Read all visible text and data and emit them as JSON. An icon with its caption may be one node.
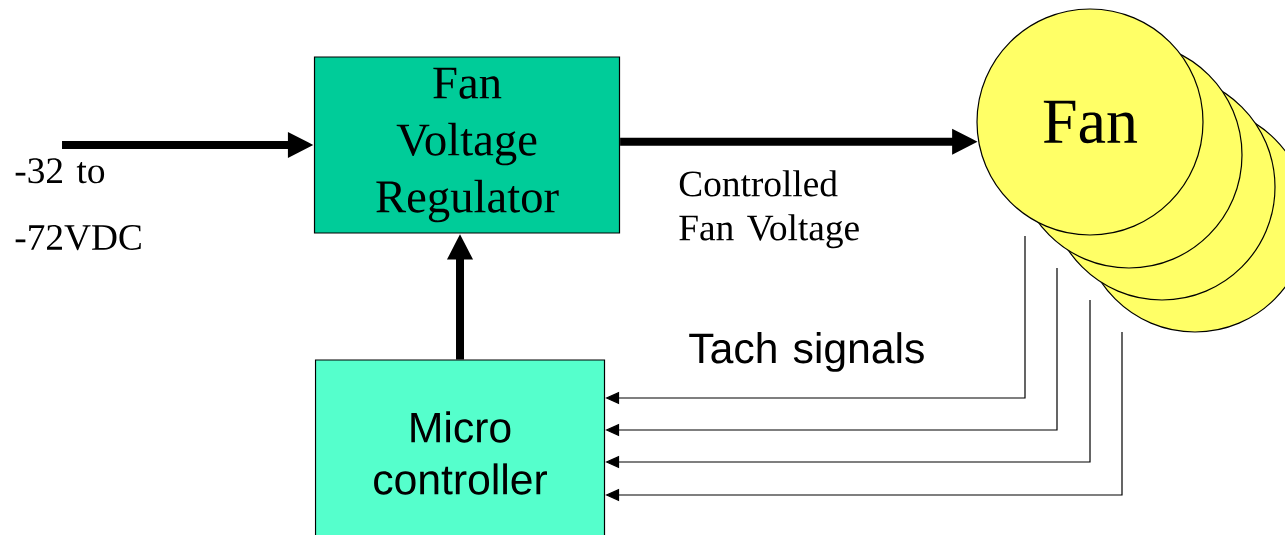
{
  "diagram": {
    "nodes": [
      {
        "text": [
          "Fan Voltage Regulator"
        ]
      },
      {
        "text": [
          "Micro controller"
        ]
      },
      {
        "text": [
          "Fan"
        ]
      }
    ],
    "edges": [
      {
        "from": null,
        "to": 0,
        "arrow": "to",
        "style": "thick"
      },
      {
        "from": 0,
        "to": 2,
        "arrow": "to",
        "style": "thick",
        "label": "Controlled Fan Voltage"
      },
      {
        "from": 1,
        "to": 0,
        "arrow": "to",
        "style": "thick"
      },
      {
        "from": 2,
        "to": 1,
        "arrow": "to"
      },
      {
        "from": 2,
        "to": 1,
        "arrow": "to"
      },
      {
        "from": 2,
        "to": 1,
        "arrow": "to"
      },
      {
        "from": 2,
        "to": 1,
        "arrow": "to"
      }
    ],
    "labels": [
      "-32 to -72VDC",
      "Tach signals"
    ]
  }
}
